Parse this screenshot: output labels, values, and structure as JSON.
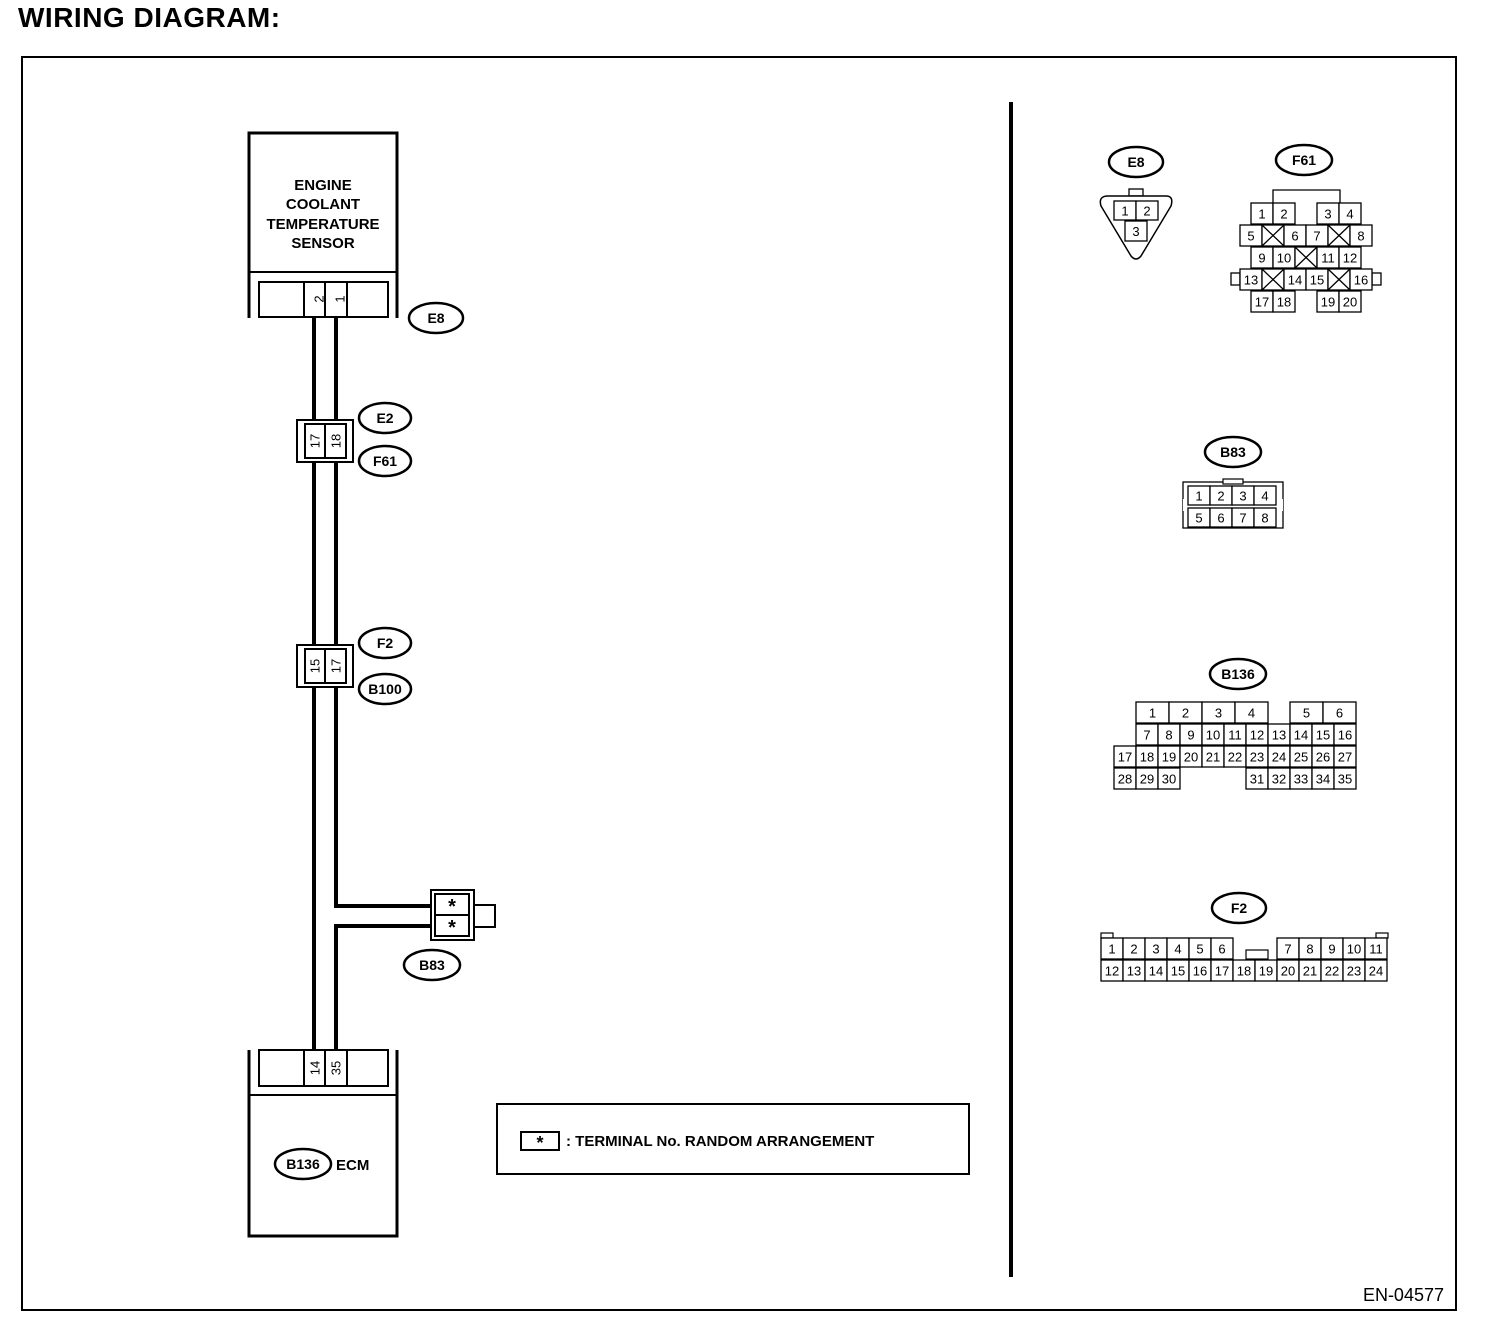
{
  "title": "WIRING DIAGRAM:",
  "figure_id": "EN-04577",
  "sensor": {
    "name_lines": [
      "ENGINE",
      "COOLANT",
      "TEMPERATURE",
      "SENSOR"
    ],
    "connector": "E8",
    "pins": [
      "2",
      "1"
    ]
  },
  "joint1": {
    "top": "E2",
    "bottom": "F61",
    "pins": [
      "17",
      "18"
    ]
  },
  "joint2": {
    "top": "F2",
    "bottom": "B100",
    "pins": [
      "15",
      "17"
    ]
  },
  "b83_connector": {
    "label": "B83",
    "pins": [
      "*",
      "*"
    ]
  },
  "ecm": {
    "connector": "B136",
    "name": "ECM",
    "pins": [
      "14",
      "35"
    ]
  },
  "legend": {
    "symbol": "*",
    "text": ": TERMINAL No. RANDOM ARRANGEMENT"
  },
  "connectors": {
    "e8": {
      "label": "E8",
      "row1": [
        "1",
        "2"
      ],
      "row2": [
        "3"
      ]
    },
    "f61": {
      "label": "F61",
      "row1": [
        "1",
        "2",
        "3",
        "4"
      ],
      "row2": [
        "5",
        "6",
        "7",
        "8"
      ],
      "row3": [
        "9",
        "10",
        "11",
        "12"
      ],
      "row4": [
        "13",
        "14",
        "15",
        "16"
      ],
      "row5": [
        "17",
        "18",
        "19",
        "20"
      ]
    },
    "b83": {
      "label": "B83",
      "row1": [
        "1",
        "2",
        "3",
        "4"
      ],
      "row2": [
        "5",
        "6",
        "7",
        "8"
      ]
    },
    "b136": {
      "label": "B136",
      "row1": [
        "1",
        "2",
        "3",
        "4",
        "5",
        "6"
      ],
      "row2": [
        "7",
        "8",
        "9",
        "10",
        "11",
        "12",
        "13",
        "14",
        "15",
        "16"
      ],
      "row3": [
        "17",
        "18",
        "19",
        "20",
        "21",
        "22",
        "23",
        "24",
        "25",
        "26",
        "27"
      ],
      "row4": [
        "28",
        "29",
        "30",
        "31",
        "32",
        "33",
        "34",
        "35"
      ]
    },
    "f2": {
      "label": "F2",
      "row1": [
        "1",
        "2",
        "3",
        "4",
        "5",
        "6",
        "7",
        "8",
        "9",
        "10",
        "11"
      ],
      "row2": [
        "12",
        "13",
        "14",
        "15",
        "16",
        "17",
        "18",
        "19",
        "20",
        "21",
        "22",
        "23",
        "24"
      ]
    }
  }
}
